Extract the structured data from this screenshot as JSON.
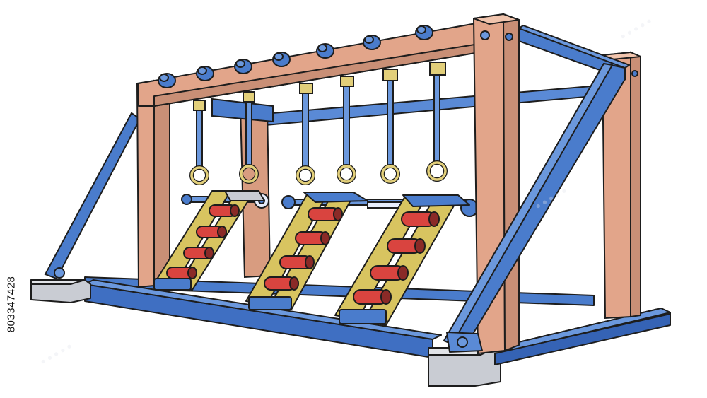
{
  "image": {
    "stock_id": "803347428",
    "colors": {
      "frame_wood": "#e2a58a",
      "frame_wood_dark": "#c98f76",
      "steel_blue": "#4a7ccc",
      "steel_blue_dark": "#2f5aa8",
      "ladder_gold": "#d8c460",
      "roller_red": "#d9443f",
      "ring_gold": "#e2cf7a",
      "base_gray": "#c9ccd3",
      "outline": "#1d1d1d"
    },
    "parts": {
      "hanging_rings": 6,
      "top_bolts": 7,
      "inclined_ladders": 3,
      "rollers_per_ladder": 4
    }
  }
}
